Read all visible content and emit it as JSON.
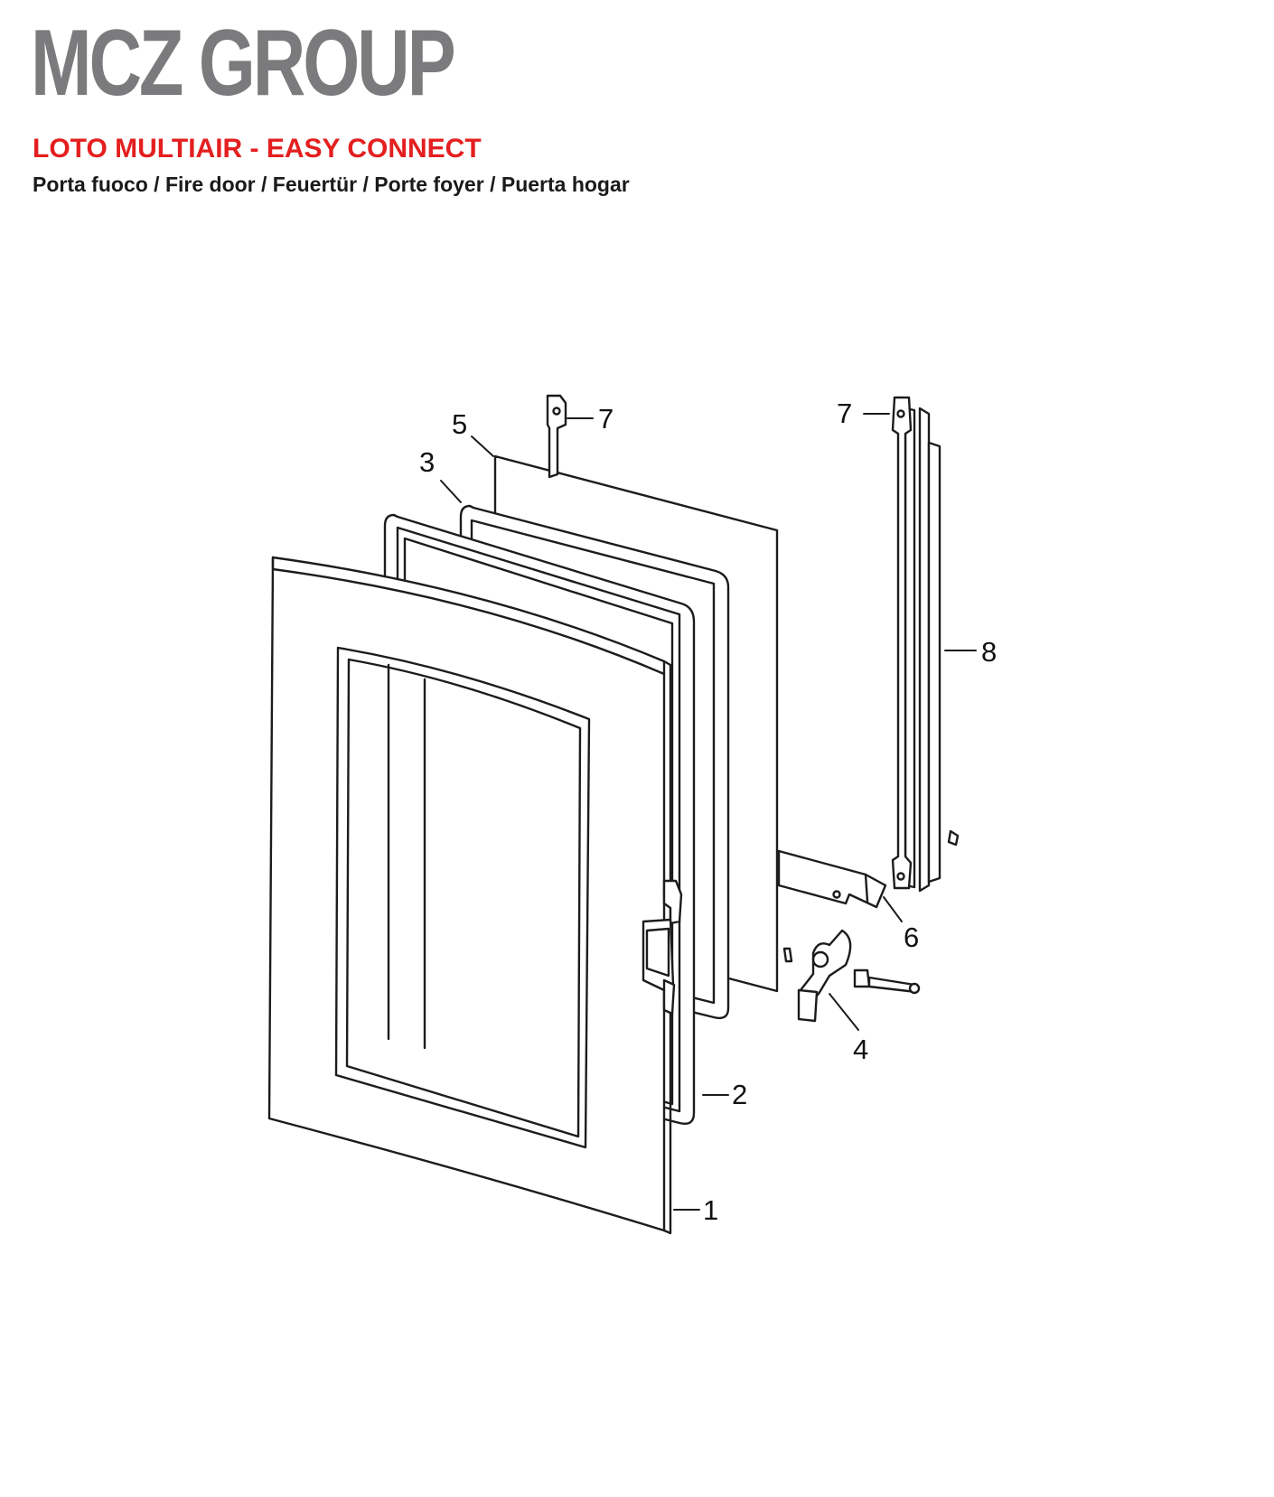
{
  "brand": {
    "logo_text": "MCZ GROUP",
    "logo_color": "#7b7b7d"
  },
  "header": {
    "product": "LOTO MULTIAIR - EASY CONNECT",
    "product_color": "#e41f1f",
    "subtitle": "Porta fuoco / Fire door / Feuertür / Porte foyer / Puerta hogar"
  },
  "diagram": {
    "part_labels": [
      {
        "id": "1",
        "text": "1"
      },
      {
        "id": "2",
        "text": "2"
      },
      {
        "id": "3",
        "text": "3"
      },
      {
        "id": "4",
        "text": "4"
      },
      {
        "id": "5",
        "text": "5"
      },
      {
        "id": "6",
        "text": "6"
      },
      {
        "id": "7a",
        "text": "7"
      },
      {
        "id": "7b",
        "text": "7"
      },
      {
        "id": "8",
        "text": "8"
      }
    ]
  }
}
